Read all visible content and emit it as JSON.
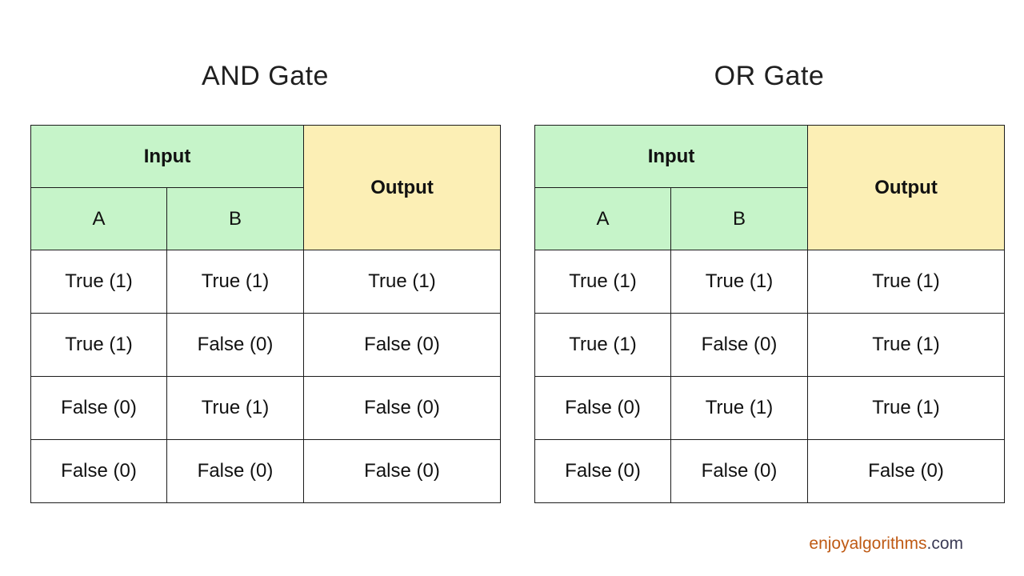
{
  "page": {
    "background": "#ffffff"
  },
  "colors": {
    "input_header_bg": "#c6f4c9",
    "output_header_bg": "#fcefb5",
    "border": "#1c1c1c",
    "brand_text": "#bf5a14",
    "brand_suffix_text": "#3b3b55"
  },
  "tables": [
    {
      "title": "AND Gate",
      "header": {
        "input": "Input",
        "output": "Output",
        "col_a": "A",
        "col_b": "B"
      },
      "rows": [
        [
          "True (1)",
          "True (1)",
          "True (1)"
        ],
        [
          "True (1)",
          "False (0)",
          "False (0)"
        ],
        [
          "False (0)",
          "True (1)",
          "False (0)"
        ],
        [
          "False (0)",
          "False (0)",
          "False (0)"
        ]
      ]
    },
    {
      "title": "OR Gate",
      "header": {
        "input": "Input",
        "output": "Output",
        "col_a": "A",
        "col_b": "B"
      },
      "rows": [
        [
          "True (1)",
          "True (1)",
          "True (1)"
        ],
        [
          "True (1)",
          "False (0)",
          "True (1)"
        ],
        [
          "False (0)",
          "True (1)",
          "True (1)"
        ],
        [
          "False (0)",
          "False (0)",
          "False (0)"
        ]
      ]
    }
  ],
  "footer": {
    "brand": "enjoyalgorithms",
    "suffix": ".com"
  }
}
